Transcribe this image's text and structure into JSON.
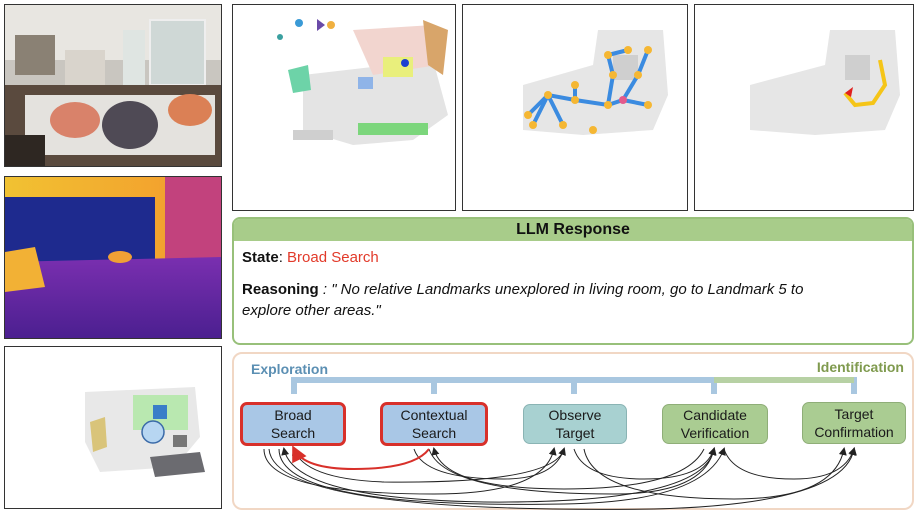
{
  "llm_response": {
    "title": "LLM Response",
    "state_label": "State",
    "state_value": "Broad Search",
    "reasoning_label": "Reasoning",
    "reasoning_text": " : \" No relative Landmarks unexplored in living room, go to Landmark 5 to explore other areas.\""
  },
  "flow": {
    "exploration_label": "Exploration",
    "identification_label": "Identification",
    "nodes": [
      {
        "line1": "Broad",
        "line2": "Search"
      },
      {
        "line1": "Contextual",
        "line2": "Search"
      },
      {
        "line1": "Observe",
        "line2": "Target"
      },
      {
        "line1": "Candidate",
        "line2": "Verification"
      },
      {
        "line1": "Target",
        "line2": "Confirmation"
      }
    ]
  },
  "colors": {
    "exploration": "#5b8fb3",
    "identification": "#7f9a4e",
    "active_border": "#d8302a",
    "node_blue": "#a9c7e6",
    "node_teal": "#a8d1d1",
    "node_green": "#aacc92",
    "llm_header": "#a8cc8a"
  }
}
